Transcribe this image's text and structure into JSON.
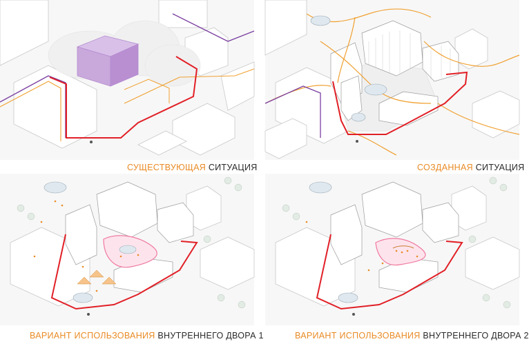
{
  "colors": {
    "accent": "#e98b25",
    "boundary": "#e11f26",
    "purple_route": "#7b3fa0",
    "orange_route": "#f0a030",
    "pink_path": "#f07aa0",
    "text": "#2a2a2a"
  },
  "panels": [
    {
      "caption_highlight": "СУЩЕСТВУЮЩАЯ",
      "caption_rest": "СИТУАЦИЯ"
    },
    {
      "caption_highlight": "СОЗДАННАЯ",
      "caption_rest": "СИТУАЦИЯ"
    },
    {
      "caption_highlight": "ВАРИАНТ ИСПОЛЬЗОВАНИЯ",
      "caption_rest": "ВНУТРЕННЕГО ДВОРА 1"
    },
    {
      "caption_highlight": "ВАРИАНТ ИСПОЛЬЗОВАНИЯ",
      "caption_rest": "ВНУТРЕННЕГО ДВОРА 2"
    }
  ]
}
